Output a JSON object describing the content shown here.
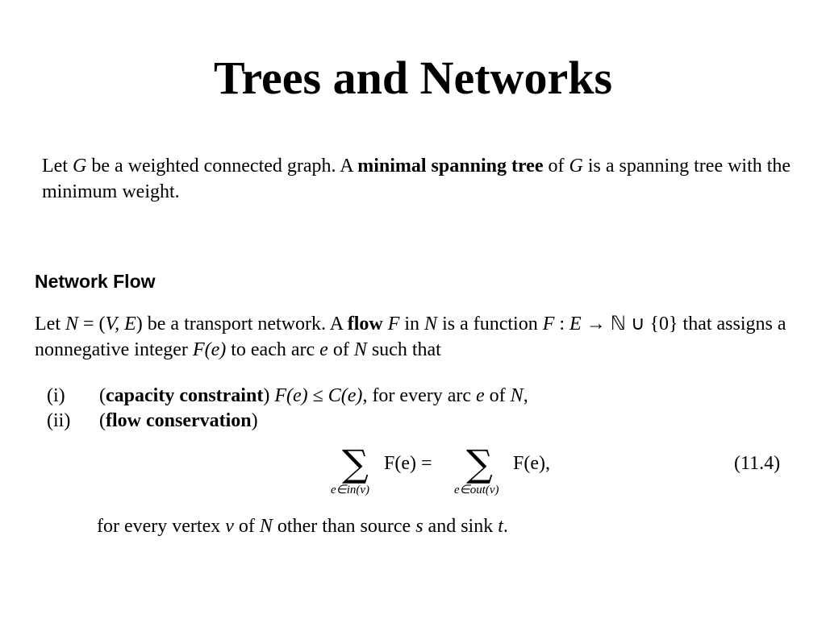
{
  "slide": {
    "title": "Trees and Networks",
    "def_mst": {
      "t1": "Let ",
      "t2": "G",
      "t3": " be a weighted connected graph. A ",
      "bold": "minimal spanning tree",
      "t4": " of ",
      "t5": "G",
      "t6": " is a spanning tree with the minimum weight."
    },
    "subheading": "Network Flow",
    "def_flow": {
      "t1": "Let ",
      "t2": "N",
      "t3": " = (",
      "t4": "V, E",
      "t5": ") be a transport network. A ",
      "bold": "flow",
      "t6": " ",
      "t7": "F",
      "t8": " in ",
      "t9": "N",
      "t10": " is a function ",
      "t11": "F",
      "t12": " : ",
      "t13": "E",
      "t14": " → ℕ ∪ {0} that assigns a nonnegative integer ",
      "t15": "F(e)",
      "t16": " to each arc ",
      "t17": "e",
      "t18": " of ",
      "t19": "N",
      "t20": " such that"
    },
    "item1": {
      "num": "(i)",
      "open": "(",
      "bold": "capacity constraint",
      "close": ") ",
      "m1": "F(e)",
      "op": " ≤ ",
      "m2": "C(e)",
      "txt": ", for every arc ",
      "m3": "e",
      "txt2": " of ",
      "m4": "N",
      "end": ","
    },
    "item2": {
      "num": "(ii)",
      "open": "(",
      "bold": "flow conservation",
      "close": ")"
    },
    "equation": {
      "sum_symbol": "∑",
      "lhs_sub": "e∈in(v)",
      "lhs": "F(e) =",
      "rhs_sub": "e∈out(v)",
      "rhs": "F(e),",
      "number": "(11.4)"
    },
    "footer": {
      "t1": "for every vertex ",
      "t2": "v",
      "t3": " of ",
      "t4": "N",
      "t5": " other than source ",
      "t6": "s",
      "t7": " and sink ",
      "t8": "t",
      "t9": "."
    }
  }
}
